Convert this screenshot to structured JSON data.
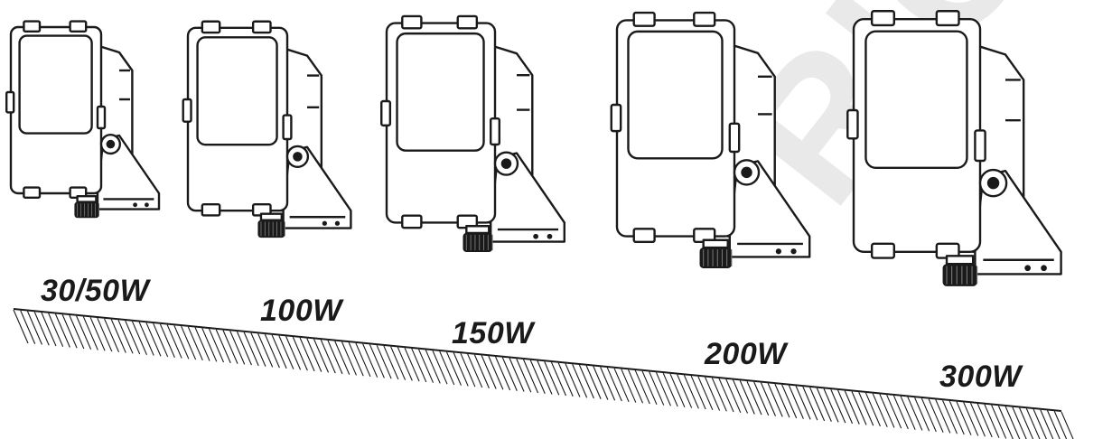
{
  "fixtures": [
    {
      "label": "30/50W"
    },
    {
      "label": "100W"
    },
    {
      "label": "150W"
    },
    {
      "label": "200W"
    },
    {
      "label": "300W"
    }
  ],
  "watermark_text": "RIC",
  "colors": {
    "line": "#1a1a1a",
    "lens": "#ffffff",
    "watermark": "#e9e9e9"
  }
}
